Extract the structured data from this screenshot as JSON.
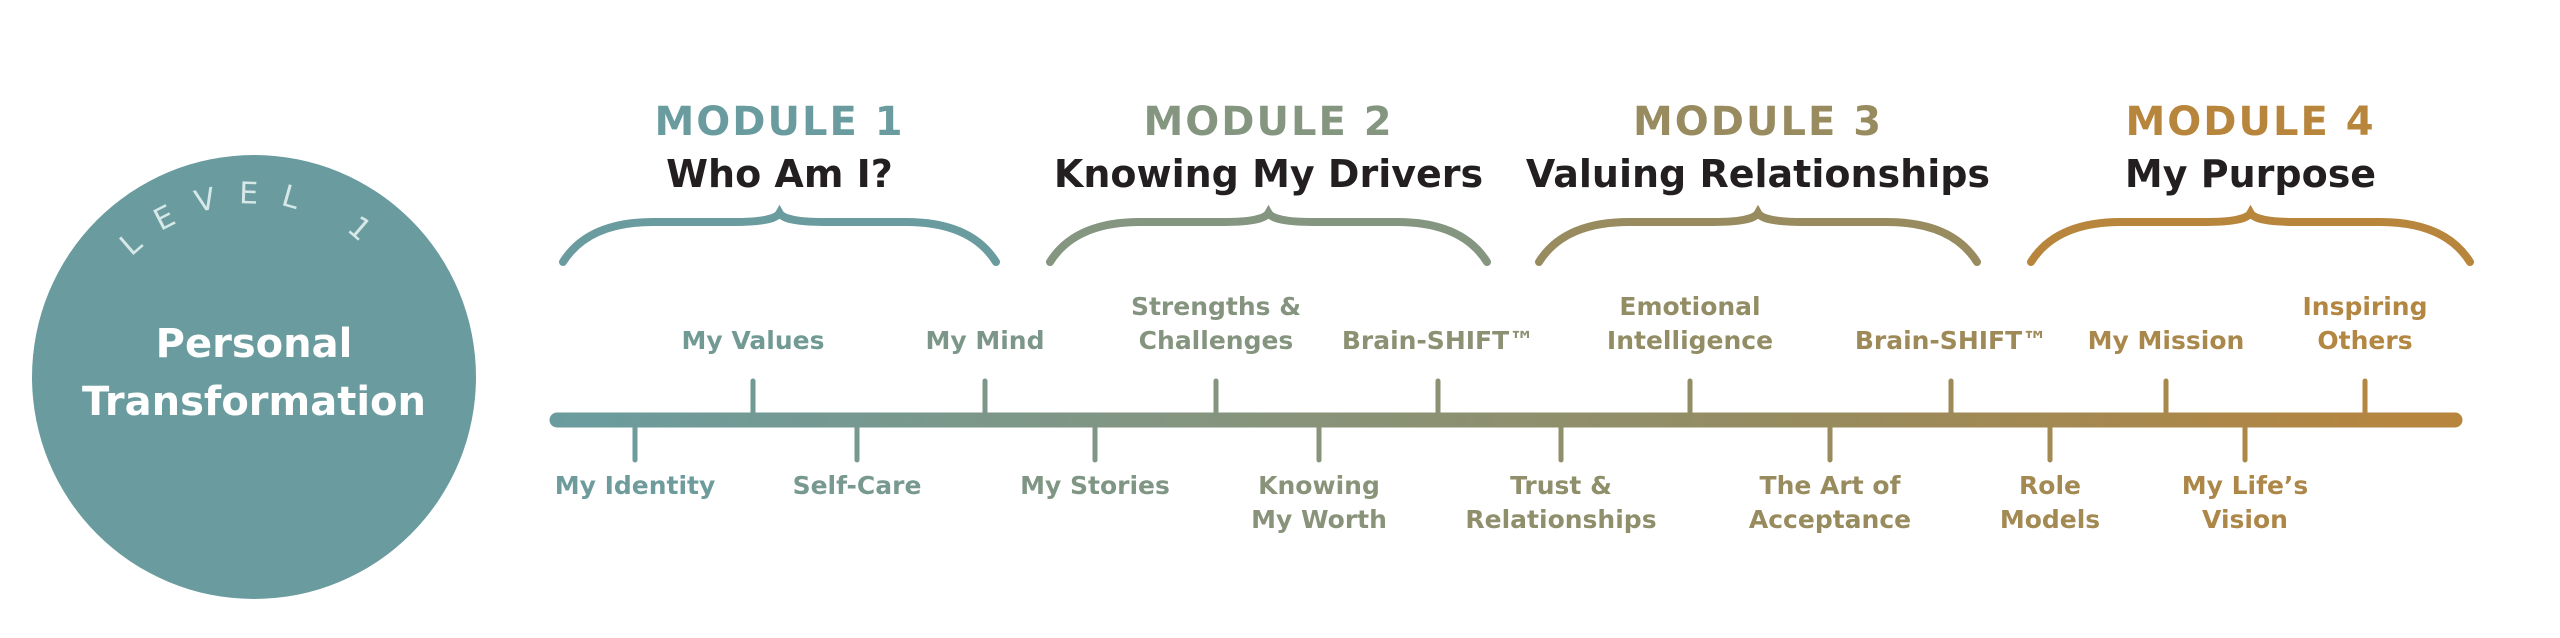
{
  "level": "LEVEL 1",
  "center_title": [
    "Personal",
    "Transformation"
  ],
  "colors": {
    "start": "#6a9c9f",
    "end": "#b8853c",
    "circle": "#6a9c9f",
    "level_text": "#d6e8e8",
    "title": "#231f20"
  },
  "modules": [
    {
      "label": "MODULE 1",
      "title": "Who Am I?",
      "color": "#6a9c9f"
    },
    {
      "label": "MODULE 2",
      "title": "Knowing My Drivers",
      "color": "#849580"
    },
    {
      "label": "MODULE 3",
      "title": "Valuing Relationships",
      "color": "#978b5f"
    },
    {
      "label": "MODULE 4",
      "title": "My Purpose",
      "color": "#b8853c"
    }
  ],
  "topics_above": [
    {
      "lines": [
        "My Values"
      ]
    },
    {
      "lines": [
        "My Mind"
      ]
    },
    {
      "lines": [
        "Strengths &",
        "Challenges"
      ]
    },
    {
      "lines": [
        "Brain-SHIFT™"
      ]
    },
    {
      "lines": [
        "Emotional",
        "Intelligence"
      ]
    },
    {
      "lines": [
        "Brain-SHIFT™"
      ]
    },
    {
      "lines": [
        "My Mission"
      ]
    },
    {
      "lines": [
        "Inspiring",
        "Others"
      ]
    }
  ],
  "topics_below": [
    {
      "lines": [
        "My Identity"
      ]
    },
    {
      "lines": [
        "Self-Care"
      ]
    },
    {
      "lines": [
        "My Stories"
      ]
    },
    {
      "lines": [
        "Knowing",
        "My Worth"
      ]
    },
    {
      "lines": [
        "Trust &",
        "Relationships"
      ]
    },
    {
      "lines": [
        "The Art of",
        "Acceptance"
      ]
    },
    {
      "lines": [
        "Role",
        "Models"
      ]
    },
    {
      "lines": [
        "My Life’s",
        "Vision"
      ]
    }
  ]
}
